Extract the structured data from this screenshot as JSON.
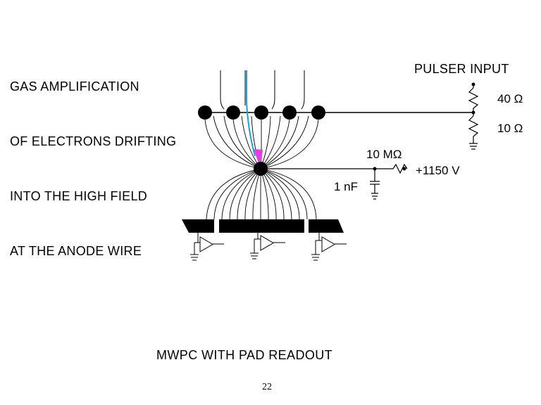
{
  "caption": {
    "lines": [
      "GAS AMPLIFICATION",
      "OF ELECTRONS DRIFTING",
      "INTO THE HIGH FIELD",
      "AT THE ANODE WIRE"
    ]
  },
  "labels": {
    "pulser_input": "PULSER INPUT",
    "r_40": "40 Ω",
    "r_10": "10 Ω",
    "r_10m": "10 MΩ",
    "hv": "+1150 V",
    "cap_1nf": "1 nF"
  },
  "footer": {
    "title": "MWPC WITH PAD READOUT",
    "page_number": "22"
  },
  "colors": {
    "drift_track": "#1aa0d8",
    "avalanche": "#e040e0",
    "ink": "#000000"
  }
}
